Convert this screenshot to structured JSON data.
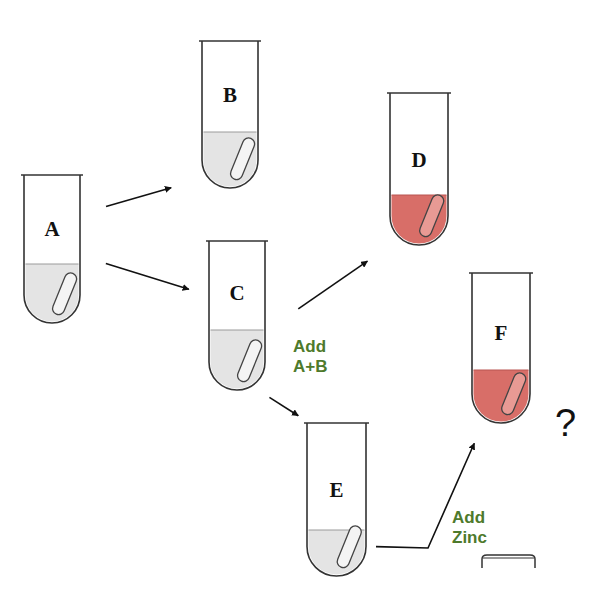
{
  "diagram": {
    "nodes": [
      {
        "text": [
          "A"
        ]
      },
      {
        "text": [
          "B"
        ]
      },
      {
        "text": [
          "C"
        ]
      },
      {
        "text": [
          "D"
        ]
      },
      {
        "text": [
          "E"
        ]
      },
      {
        "text": [
          "F"
        ]
      }
    ],
    "edges": [
      {
        "from": 0,
        "to": 1,
        "arrow": "to"
      },
      {
        "from": 0,
        "to": 2,
        "arrow": "to"
      },
      {
        "from": 2,
        "to": 3,
        "label": "Add A+B",
        "arrow": "to"
      },
      {
        "from": 2,
        "to": 4,
        "arrow": "to"
      },
      {
        "from": 4,
        "to": 5,
        "label": "Add Zinc",
        "arrow": "to"
      }
    ],
    "labels": [
      "?"
    ]
  }
}
